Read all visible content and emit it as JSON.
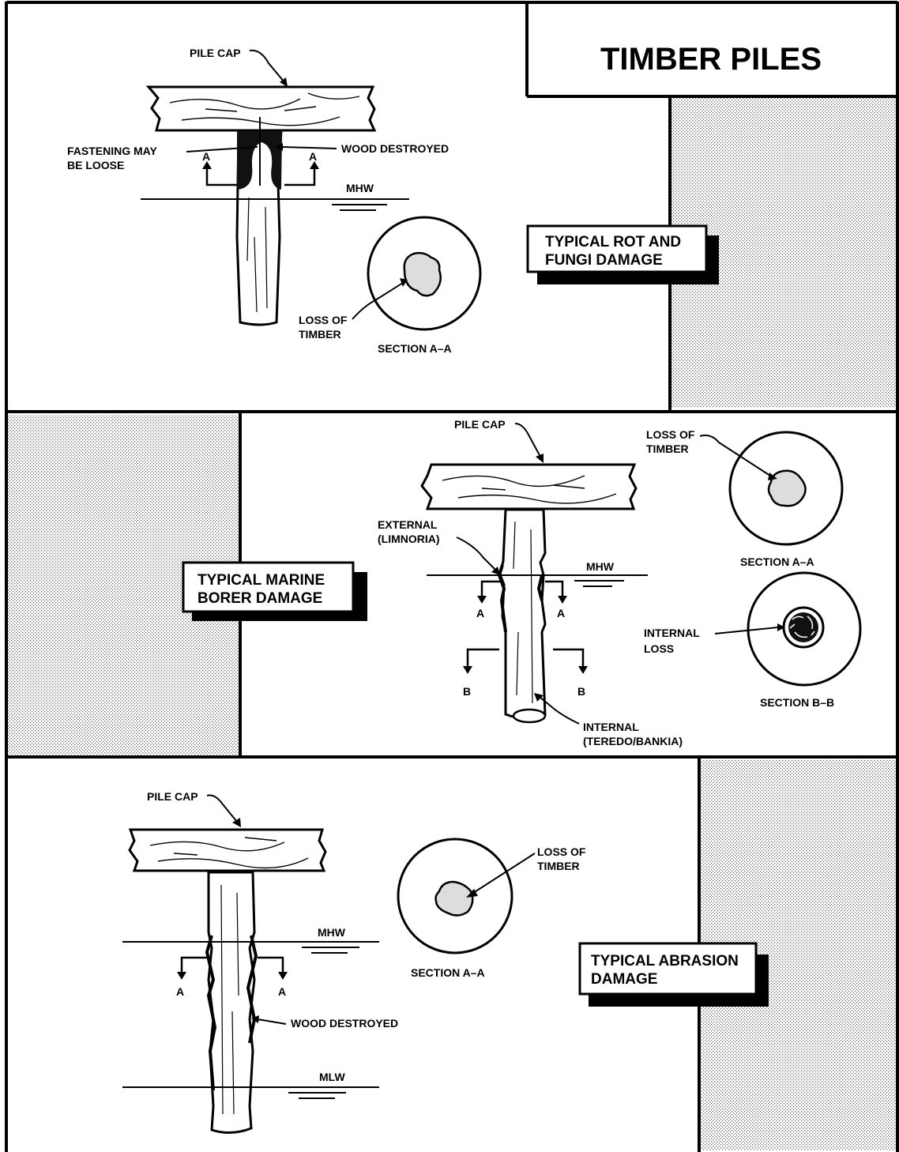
{
  "title": "TIMBER PILES",
  "panels": {
    "rot": {
      "box_line1": "TYPICAL ROT AND",
      "box_line2": "FUNGI DAMAGE",
      "pile_cap": "PILE CAP",
      "fastening_line1": "FASTENING MAY",
      "fastening_line2": "BE LOOSE",
      "wood_destroyed": "WOOD DESTROYED",
      "mhw": "MHW",
      "section_mark": "A",
      "loss_line1": "LOSS OF",
      "loss_line2": "TIMBER",
      "section_label": "SECTION A–A"
    },
    "marine": {
      "box_line1": "TYPICAL MARINE",
      "box_line2": "BORER DAMAGE",
      "pile_cap": "PILE CAP",
      "external_line1": "EXTERNAL",
      "external_line2": "(LIMNORIA)",
      "mhw": "MHW",
      "section_mark_a": "A",
      "section_mark_b": "B",
      "internal_line1": "INTERNAL",
      "internal_line2": "(TEREDO/BANKIA)",
      "loss_line1": "LOSS OF",
      "loss_line2": "TIMBER",
      "section_a_label": "SECTION A–A",
      "internal_loss_line1": "INTERNAL",
      "internal_loss_line2": "LOSS",
      "section_b_label": "SECTION B–B"
    },
    "abrasion": {
      "box_line1": "TYPICAL ABRASION",
      "box_line2": "DAMAGE",
      "pile_cap": "PILE CAP",
      "mhw": "MHW",
      "mlw": "MLW",
      "section_mark": "A",
      "wood_destroyed": "WOOD DESTROYED",
      "loss_line1": "LOSS OF",
      "loss_line2": "TIMBER",
      "section_label": "SECTION A–A"
    }
  }
}
